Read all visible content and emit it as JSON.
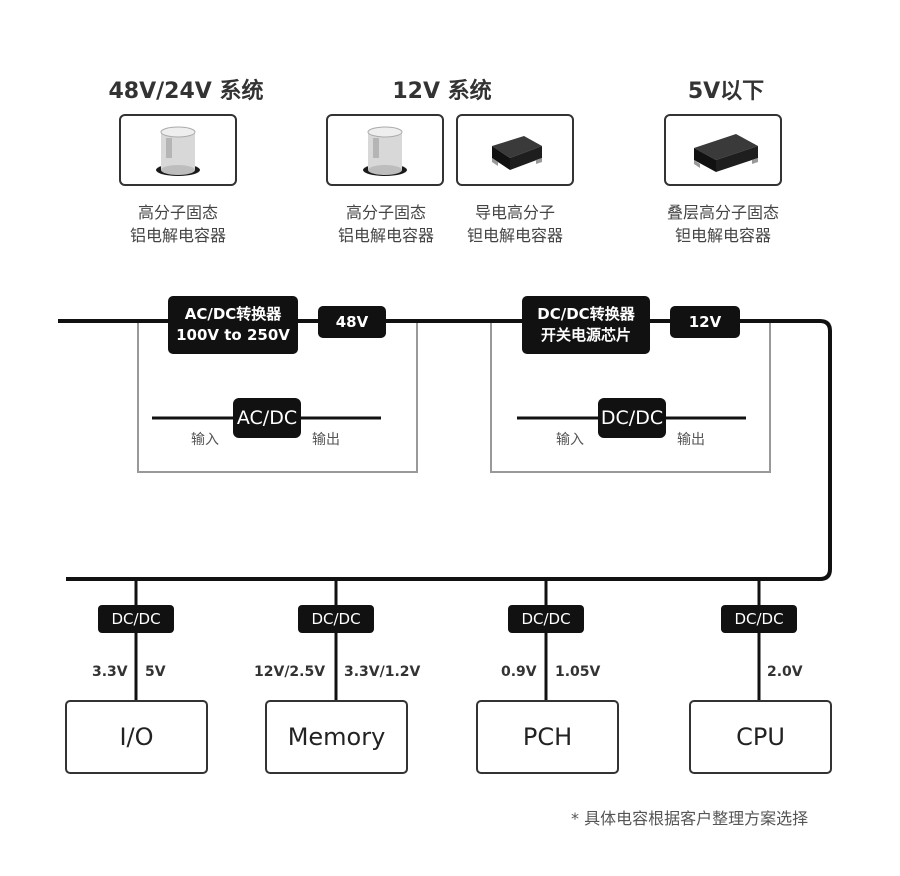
{
  "groups": [
    {
      "title": "48V/24V 系统"
    },
    {
      "title": "12V 系统"
    },
    {
      "title": "5V以下"
    }
  ],
  "capacitors": [
    {
      "line1": "高分子固态",
      "line2": "铝电解电容器",
      "icon": "radial-aluminum-capacitor-icon"
    },
    {
      "line1": "高分子固态",
      "line2": "铝电解电容器",
      "icon": "radial-aluminum-capacitor-icon"
    },
    {
      "line1": "导电高分子",
      "line2": "钽电解电容器",
      "icon": "smd-tantalum-capacitor-icon"
    },
    {
      "line1": "叠层高分子固态",
      "line2": "钽电解电容器",
      "icon": "smd-tantalum-capacitor-icon"
    }
  ],
  "converters": {
    "acdc": {
      "line1": "AC/DC转换器",
      "line2": "100V to 250V",
      "output": "48V",
      "block": "AC/DC",
      "in": "输入",
      "out": "输出"
    },
    "dcdc": {
      "line1": "DC/DC转换器",
      "line2": "开关电源芯片",
      "output": "12V",
      "block": "DC/DC",
      "in": "输入",
      "out": "输出"
    }
  },
  "loads": [
    {
      "name": "I/O",
      "converter": "DC/DC",
      "left_v": "3.3V",
      "right_v": "5V"
    },
    {
      "name": "Memory",
      "converter": "DC/DC",
      "left_v": "12V/2.5V",
      "right_v": "3.3V/1.2V"
    },
    {
      "name": "PCH",
      "converter": "DC/DC",
      "left_v": "0.9V",
      "right_v": "1.05V"
    },
    {
      "name": "CPU",
      "converter": "DC/DC",
      "left_v": "",
      "right_v": "2.0V"
    }
  ],
  "footnote": "* 具体电容根据客户整理方案选择",
  "colors": {
    "line": "#111111",
    "frame": "#999999",
    "pill": "#111111"
  }
}
